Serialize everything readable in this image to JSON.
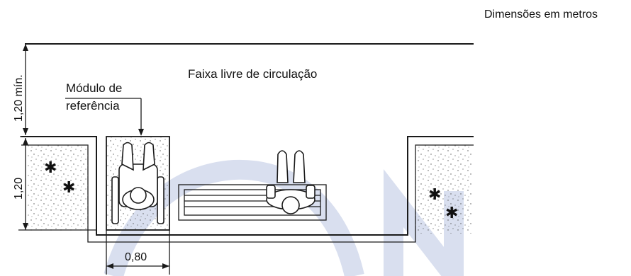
{
  "note": "Dimensões em metros",
  "labels": {
    "free_strip": "Faixa livre de circulação",
    "module_line1": "Módulo de",
    "module_line2": "referência"
  },
  "dimensions": {
    "top_height": "1,20 mín.",
    "ground_height": "1,20",
    "module_width": "0,80"
  },
  "colors": {
    "line": "#1a1a1a",
    "watermark": "#d9dfef",
    "text": "#111111"
  }
}
